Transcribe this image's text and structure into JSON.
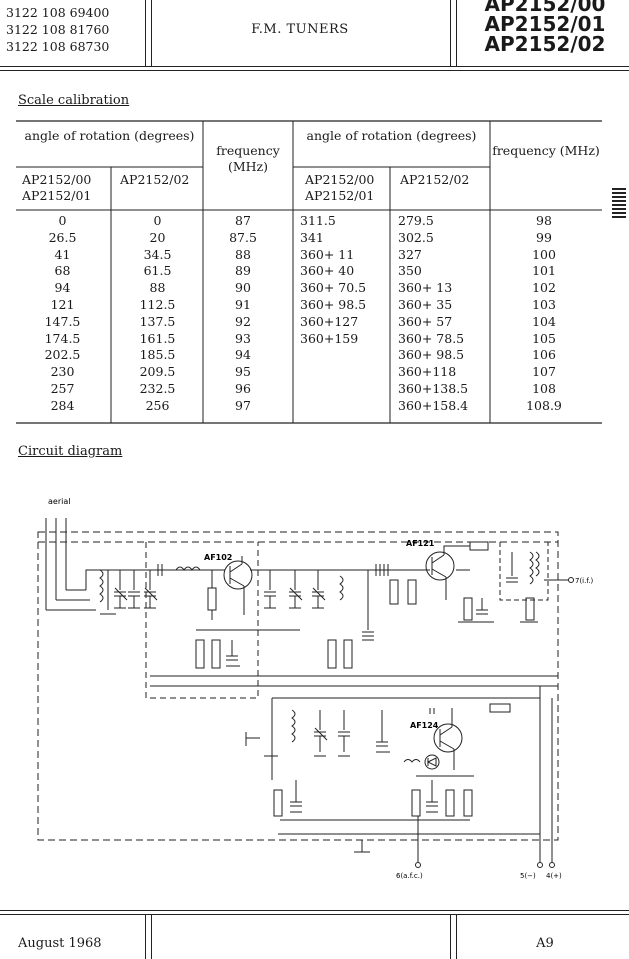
{
  "header": {
    "codes": [
      "3122 108 69400",
      "3122 108 81760",
      "3122 108 68730"
    ],
    "title": "F.M. TUNERS",
    "models": [
      "AP2152/00",
      "AP2152/01",
      "AP2152/02"
    ]
  },
  "scale_calibration": {
    "heading": "Scale calibration",
    "col_group_1": "angle of rotation (degrees)",
    "col_group_2": "angle of rotation (degrees)",
    "freq_label": "frequency (MHz)",
    "sub_a": "AP2152/00 AP2152/01",
    "sub_b": "AP2152/02",
    "rows_left": [
      [
        "0",
        "0",
        "87"
      ],
      [
        "26.5",
        "20",
        "87.5"
      ],
      [
        "41",
        "34.5",
        "88"
      ],
      [
        "68",
        "61.5",
        "89"
      ],
      [
        "94",
        "88",
        "90"
      ],
      [
        "121",
        "112.5",
        "91"
      ],
      [
        "147.5",
        "137.5",
        "92"
      ],
      [
        "174.5",
        "161.5",
        "93"
      ],
      [
        "202.5",
        "185.5",
        "94"
      ],
      [
        "230",
        "209.5",
        "95"
      ],
      [
        "257",
        "232.5",
        "96"
      ],
      [
        "284",
        "256",
        "97"
      ]
    ],
    "rows_right": [
      [
        "311.5",
        "279.5",
        "98"
      ],
      [
        "341",
        "302.5",
        "99"
      ],
      [
        "360+ 11",
        "327",
        "100"
      ],
      [
        "360+ 40",
        "350",
        "101"
      ],
      [
        "360+ 70.5",
        "360+ 13",
        "102"
      ],
      [
        "360+ 98.5",
        "360+ 35",
        "103"
      ],
      [
        "360+127",
        "360+ 57",
        "104"
      ],
      [
        "360+159",
        "360+ 78.5",
        "105"
      ],
      [
        "",
        "360+ 98.5",
        "106"
      ],
      [
        "",
        "360+118",
        "107"
      ],
      [
        "",
        "360+138.5",
        "108"
      ],
      [
        "",
        "360+158.4",
        "108.9"
      ]
    ]
  },
  "circuit": {
    "heading": "Circuit diagram",
    "labels": {
      "aerial": "aerial",
      "t1": "AF102",
      "t2": "AF121",
      "t3": "AF124",
      "out_if": "7(i.f.)",
      "afc": "6(a.f.c.)",
      "minus": "5(−)",
      "plus": "4(+)"
    }
  },
  "footer": {
    "date": "August 1968",
    "page": "A9"
  }
}
